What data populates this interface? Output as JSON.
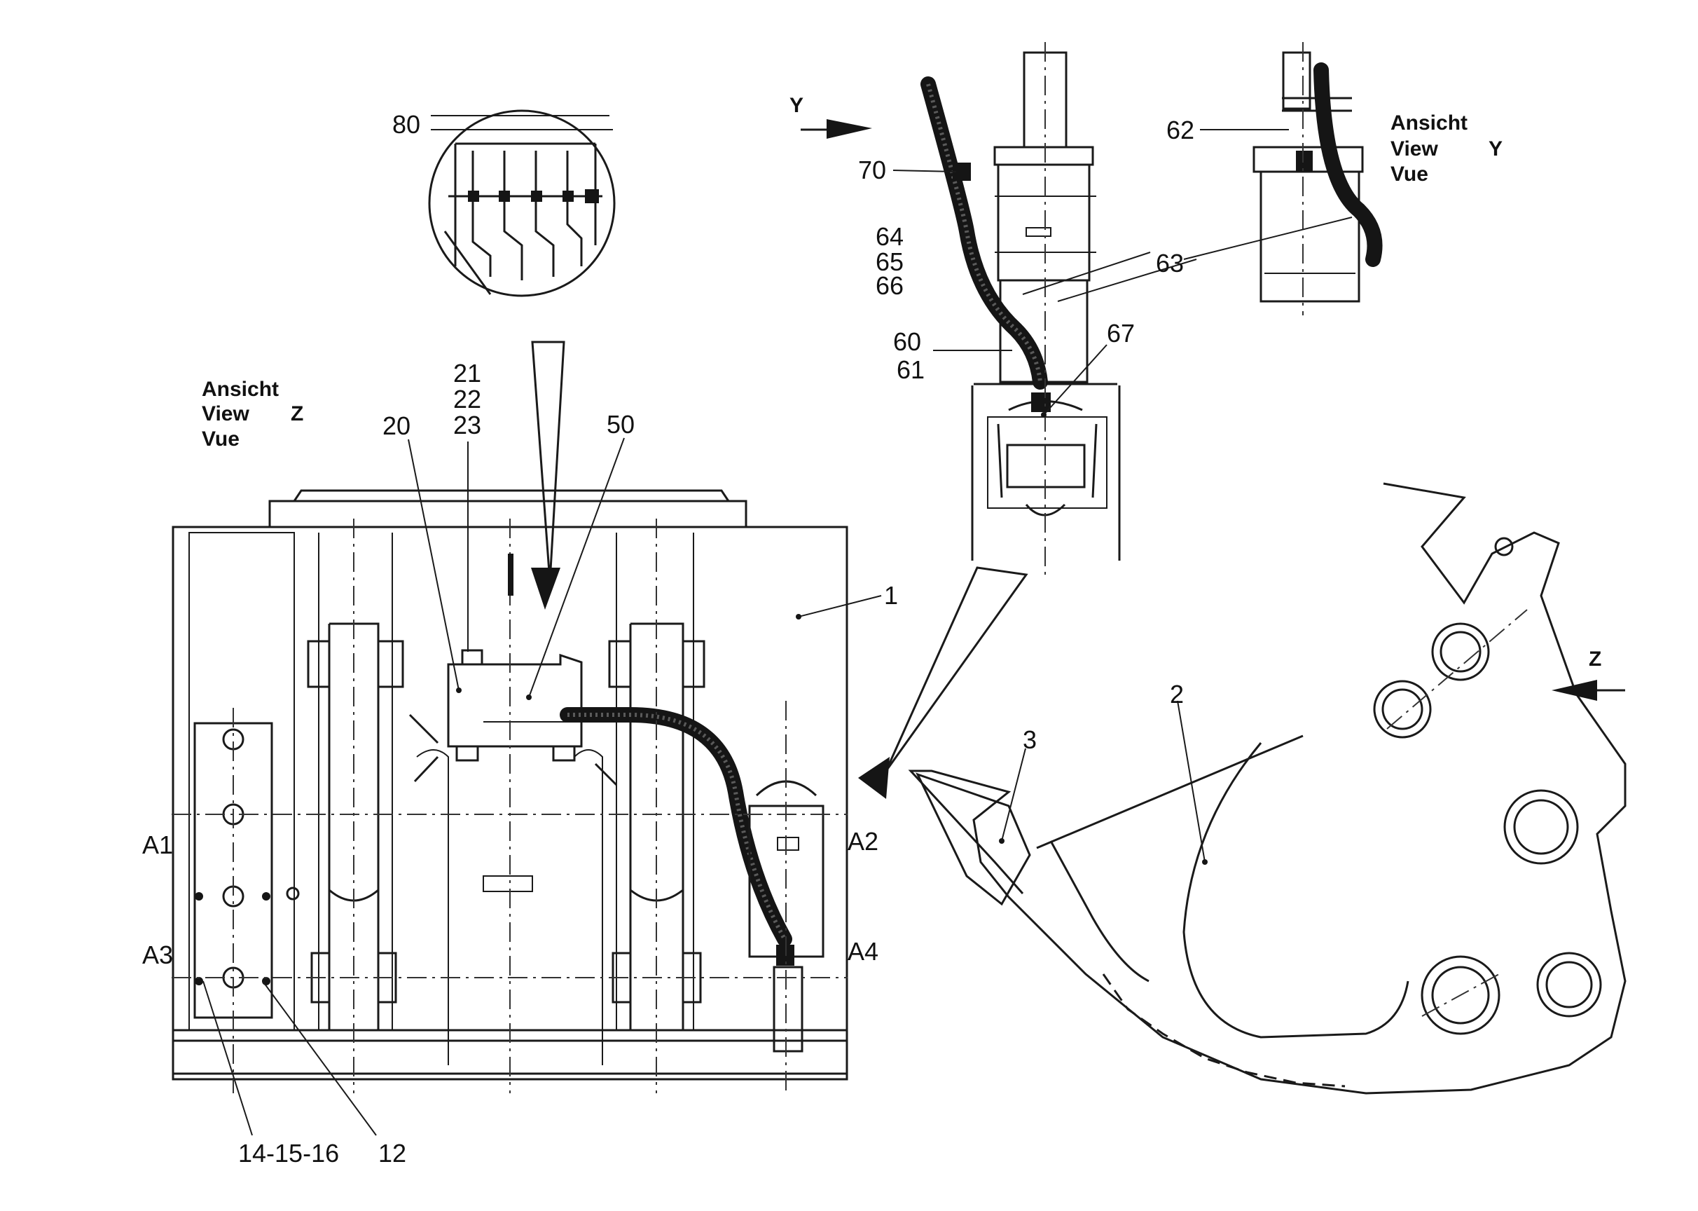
{
  "drawing": {
    "colors": {
      "ink": "#151515",
      "paper": "#ffffff"
    },
    "views": {
      "view_z": {
        "line1": "Ansicht",
        "line2": "View",
        "letter": "Z",
        "line3": "Vue"
      },
      "view_y": {
        "line1": "Ansicht",
        "line2": "View",
        "letter": "Y",
        "line3": "Vue"
      }
    },
    "arrow_labels": {
      "y": "Y",
      "z": "Z"
    },
    "side_labels": {
      "a1": "A1",
      "a2": "A2",
      "a3": "A3",
      "a4": "A4"
    },
    "callouts": {
      "p1": "1",
      "p2": "2",
      "p3": "3",
      "p12": "12",
      "p14_15_16": "14-15-16",
      "p20": "20",
      "p21": "21",
      "p22": "22",
      "p23": "23",
      "p50": "50",
      "p60": "60",
      "p61": "61",
      "p62": "62",
      "p63": "63",
      "p64": "64",
      "p65": "65",
      "p66": "66",
      "p67": "67",
      "p70": "70",
      "p80": "80"
    }
  }
}
